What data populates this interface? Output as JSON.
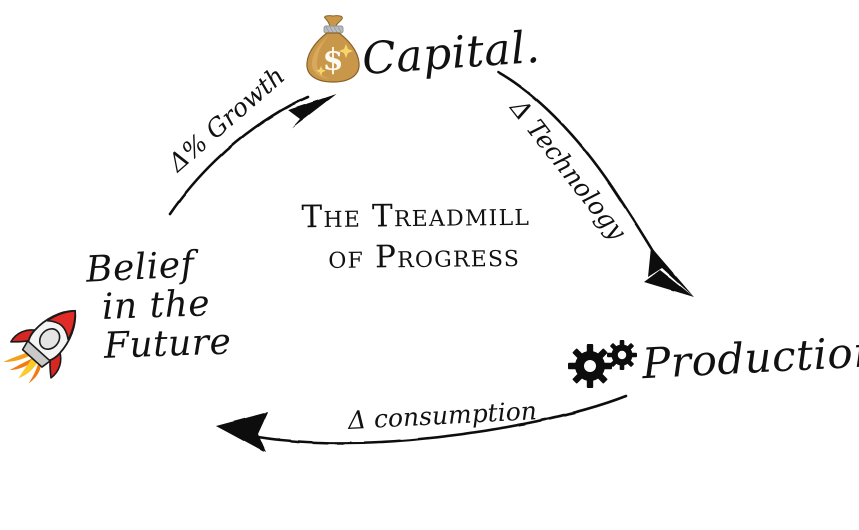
{
  "diagram": {
    "title_line1": "The Treadmill",
    "title_line2": "of Progress",
    "type": "causal-loop-diagram",
    "background_color": "#ffffff",
    "ink_color": "#111111"
  },
  "nodes": [
    {
      "id": "capital",
      "label": "Capital.",
      "icon": "money-bag-icon",
      "icon_glyph": "money-bag",
      "position": "top-center"
    },
    {
      "id": "production",
      "label": "Production",
      "icon": "gears-icon",
      "icon_glyph": "gears",
      "position": "right"
    },
    {
      "id": "belief",
      "label_line1": "Belief",
      "label_line2": "in the",
      "label_line3": "Future",
      "icon": "rocket-icon",
      "icon_glyph": "rocket",
      "position": "left"
    }
  ],
  "edges": [
    {
      "id": "belief-to-capital",
      "label": "Δ% Growth",
      "from": "belief",
      "to": "capital",
      "direction": "up-right"
    },
    {
      "id": "capital-to-production",
      "label": "Δ Technology",
      "from": "capital",
      "to": "production",
      "direction": "down-right"
    },
    {
      "id": "production-to-belief",
      "label": "Δ consumption",
      "from": "production",
      "to": "belief",
      "direction": "left"
    }
  ],
  "colors": {
    "ink": "#111111",
    "money_bag_body": "#c9974a",
    "money_bag_light": "#e0b86b",
    "money_bag_dark": "#9a6f2f",
    "money_bag_tie": "#b9bcc0",
    "rocket_red": "#e02b26",
    "rocket_white": "#f4f4f4",
    "rocket_grey": "#c9c9c9",
    "flame_orange": "#f07c13",
    "flame_yellow": "#fbcb2a",
    "gear_black": "#0d0d0d"
  }
}
